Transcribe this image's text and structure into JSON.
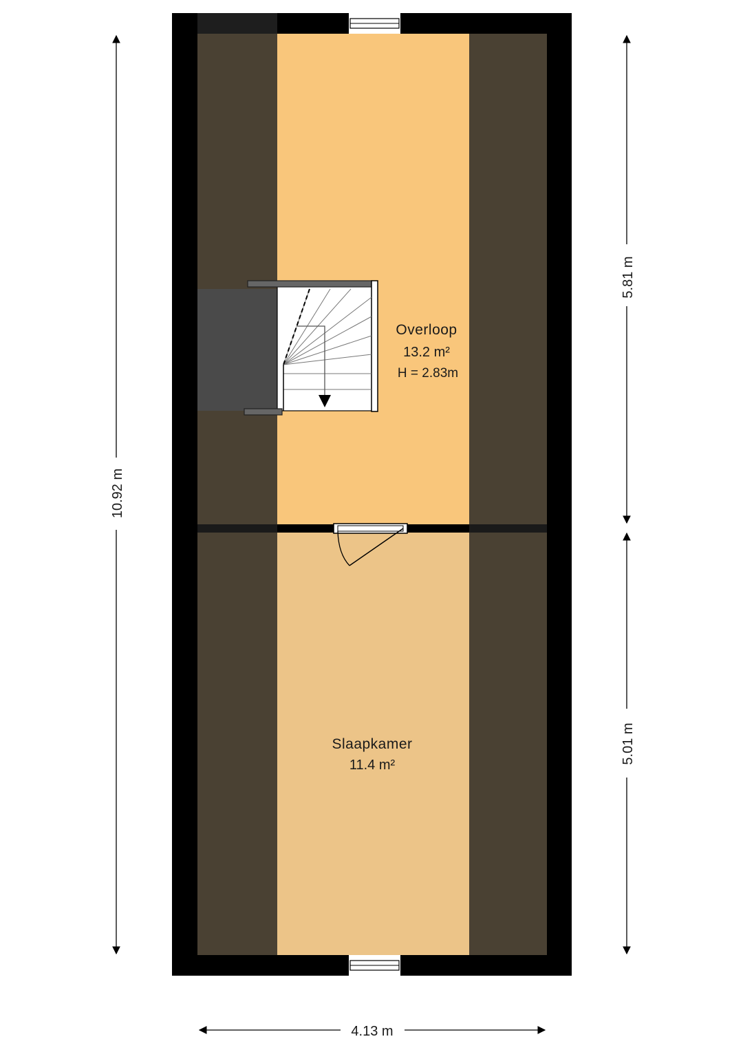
{
  "rooms": [
    {
      "id": "overloop",
      "name": "Overloop",
      "area": "13.2 m²",
      "height": "H = 2.83m",
      "fill": "#f9c67b"
    },
    {
      "id": "slaapkamer",
      "name": "Slaapkamer",
      "area": "11.4 m²",
      "fill": "#ecc488"
    }
  ],
  "dimensions": {
    "total_height": "10.92 m",
    "upper_height": "5.81 m",
    "lower_height": "5.01 m",
    "width": "4.13 m"
  },
  "colors": {
    "wall": "#000000",
    "eaves": "#4a4133",
    "stair_void": "#4a4a4a",
    "window": "#ffffff"
  }
}
